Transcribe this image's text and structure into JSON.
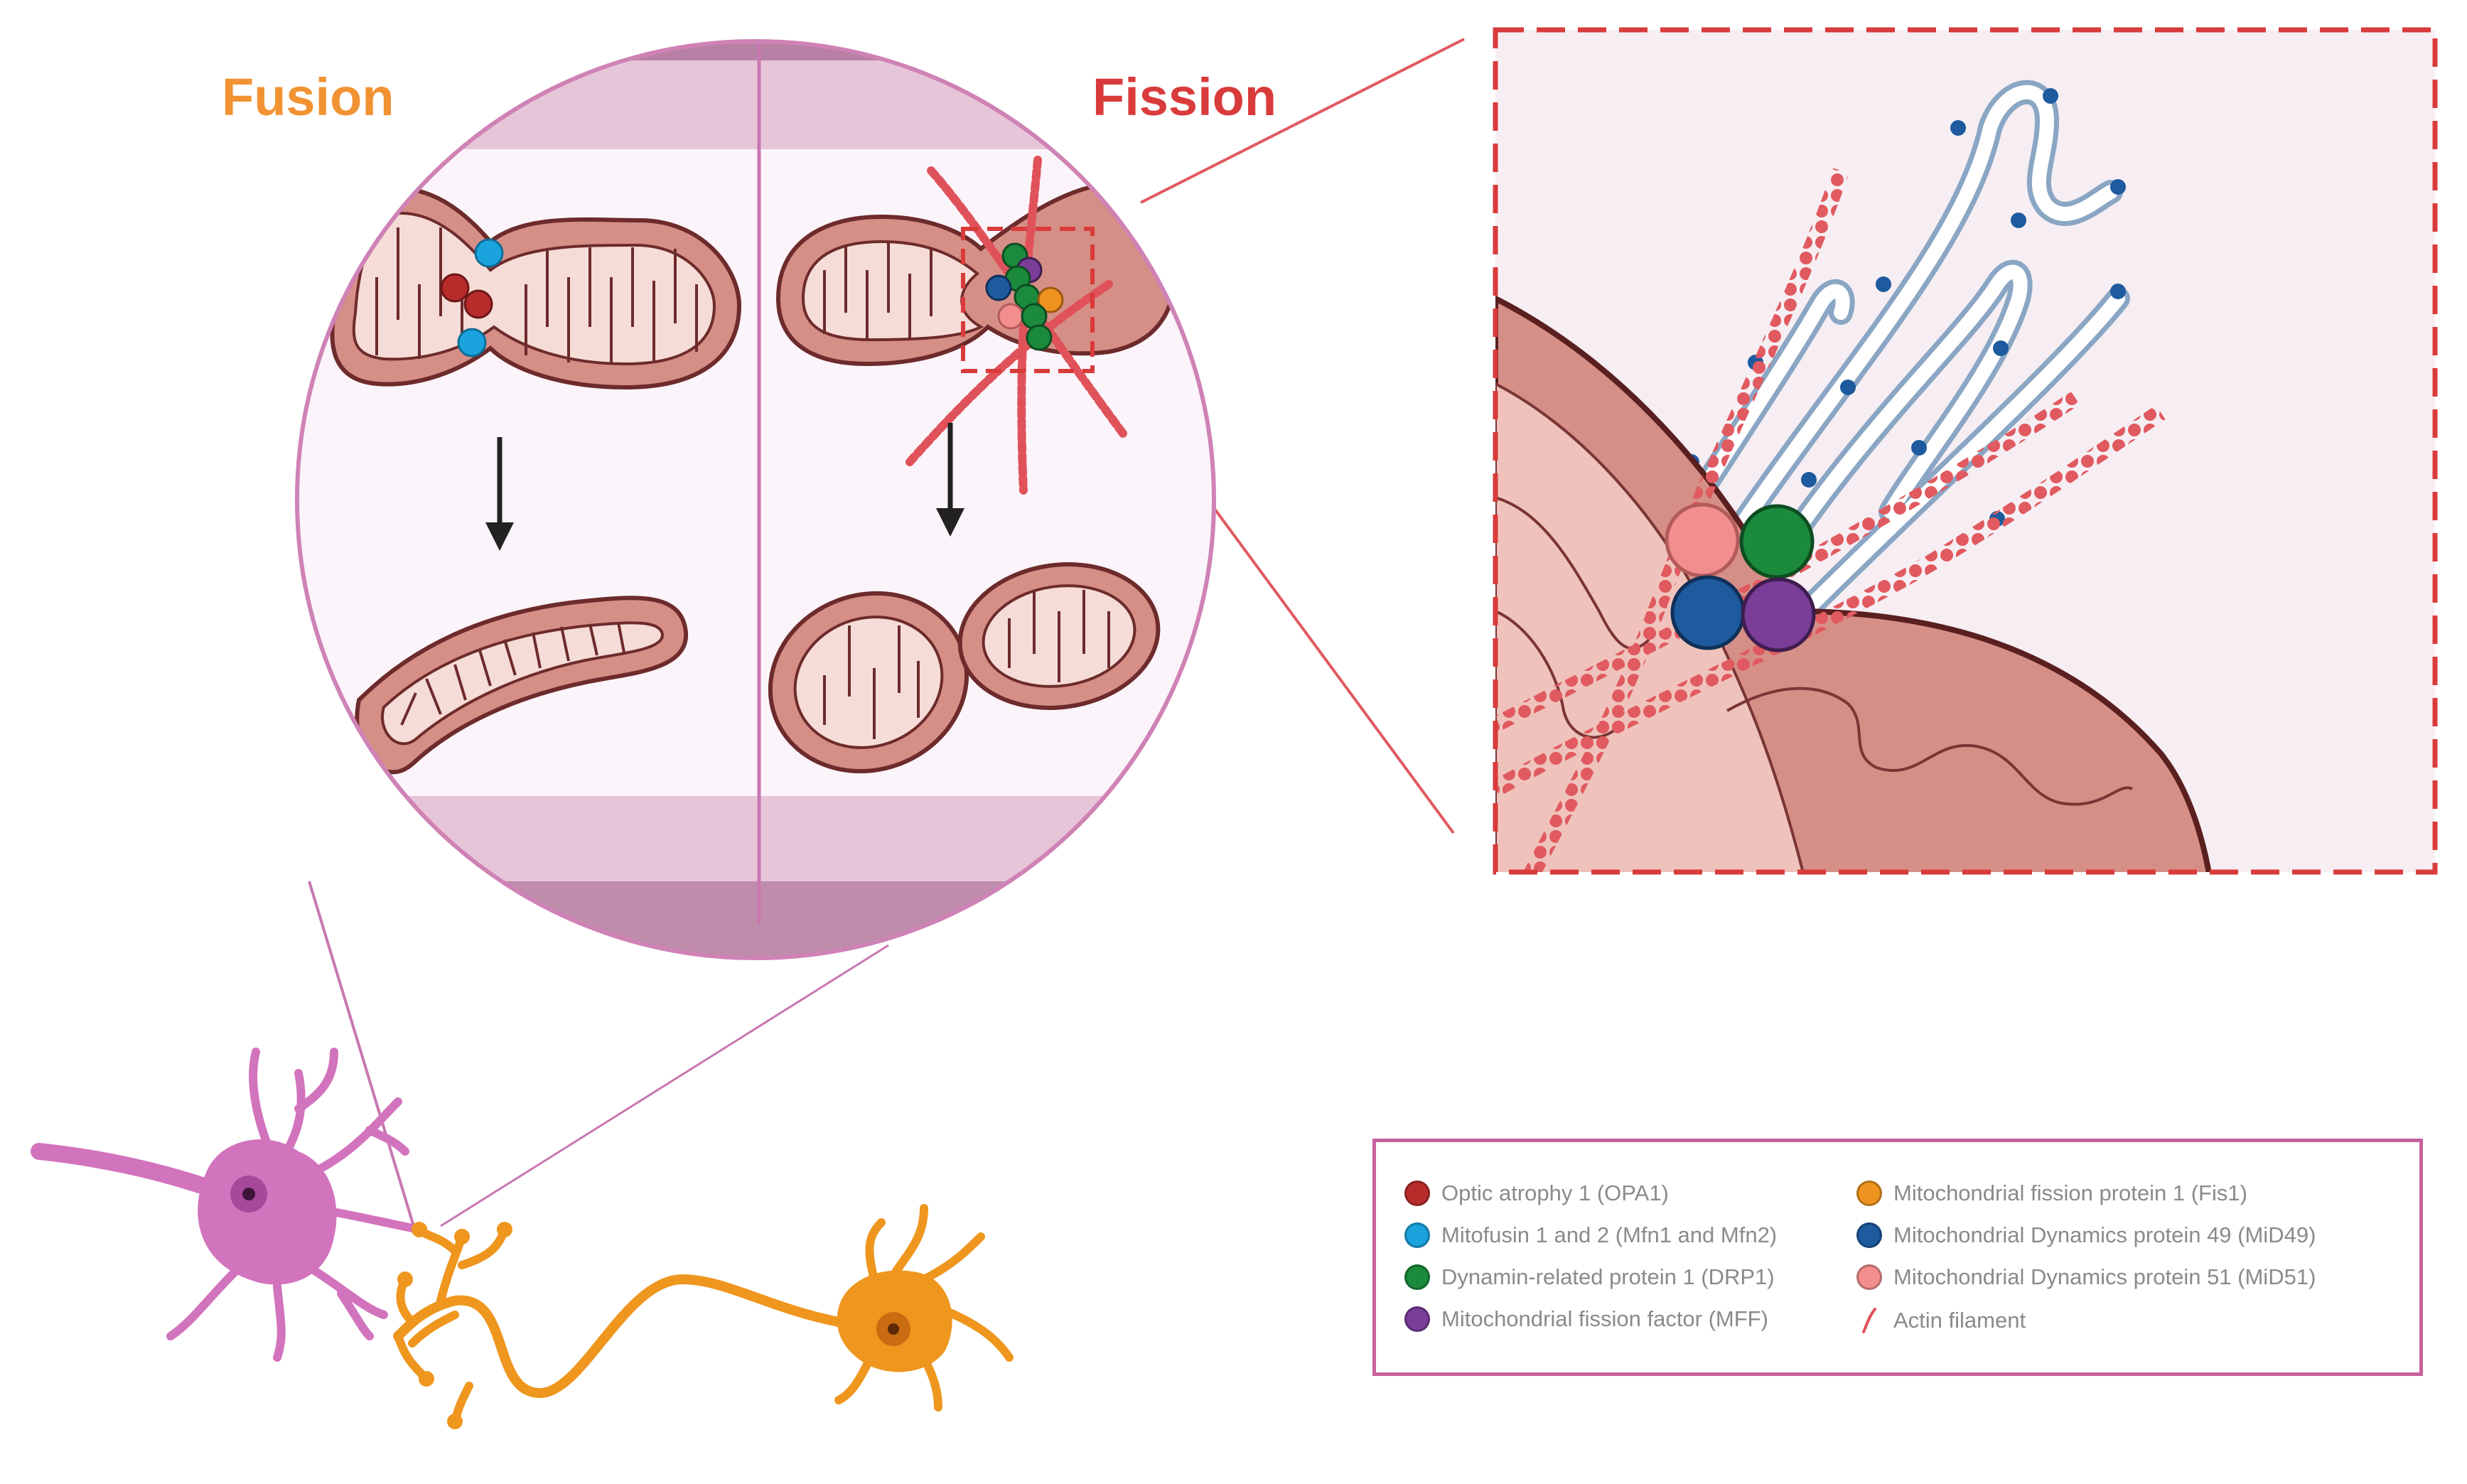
{
  "panels": {
    "fusion_title": "Fusion",
    "fission_title": "Fission"
  },
  "legend": {
    "items": [
      {
        "label": "Optic atrophy 1 (OPA1)",
        "color": "#b82c2c"
      },
      {
        "label": "Mitofusin 1 and 2 (Mfn1 and Mfn2)",
        "color": "#1aa3dc"
      },
      {
        "label": "Dynamin-related protein 1 (DRP1)",
        "color": "#1b8a3c"
      },
      {
        "label": "Mitochondrial fission factor (MFF)",
        "color": "#7a3d98"
      },
      {
        "label": "Mitochondrial fission protein 1 (Fis1)",
        "color": "#ee9320"
      },
      {
        "label": "Mitochondrial Dynamics protein 49 (MiD49)",
        "color": "#1d5a9e"
      },
      {
        "label": "Mitochondrial Dynamics protein 51 (MiD51)",
        "color": "#f28e8e"
      },
      {
        "label": "Actin filament",
        "color": "#e0525a"
      }
    ]
  },
  "colors": {
    "fusion": "#f29333",
    "fission": "#d93b3b",
    "circle_border": "#cf82b5",
    "mito_outer": "#d68f87",
    "mito_inner": "#f6dcd6",
    "neuron_pink": "#d273bd",
    "neuron_orange": "#ee961e",
    "er": "#a8bfd8",
    "zoom_bg": "#f6eef3"
  }
}
